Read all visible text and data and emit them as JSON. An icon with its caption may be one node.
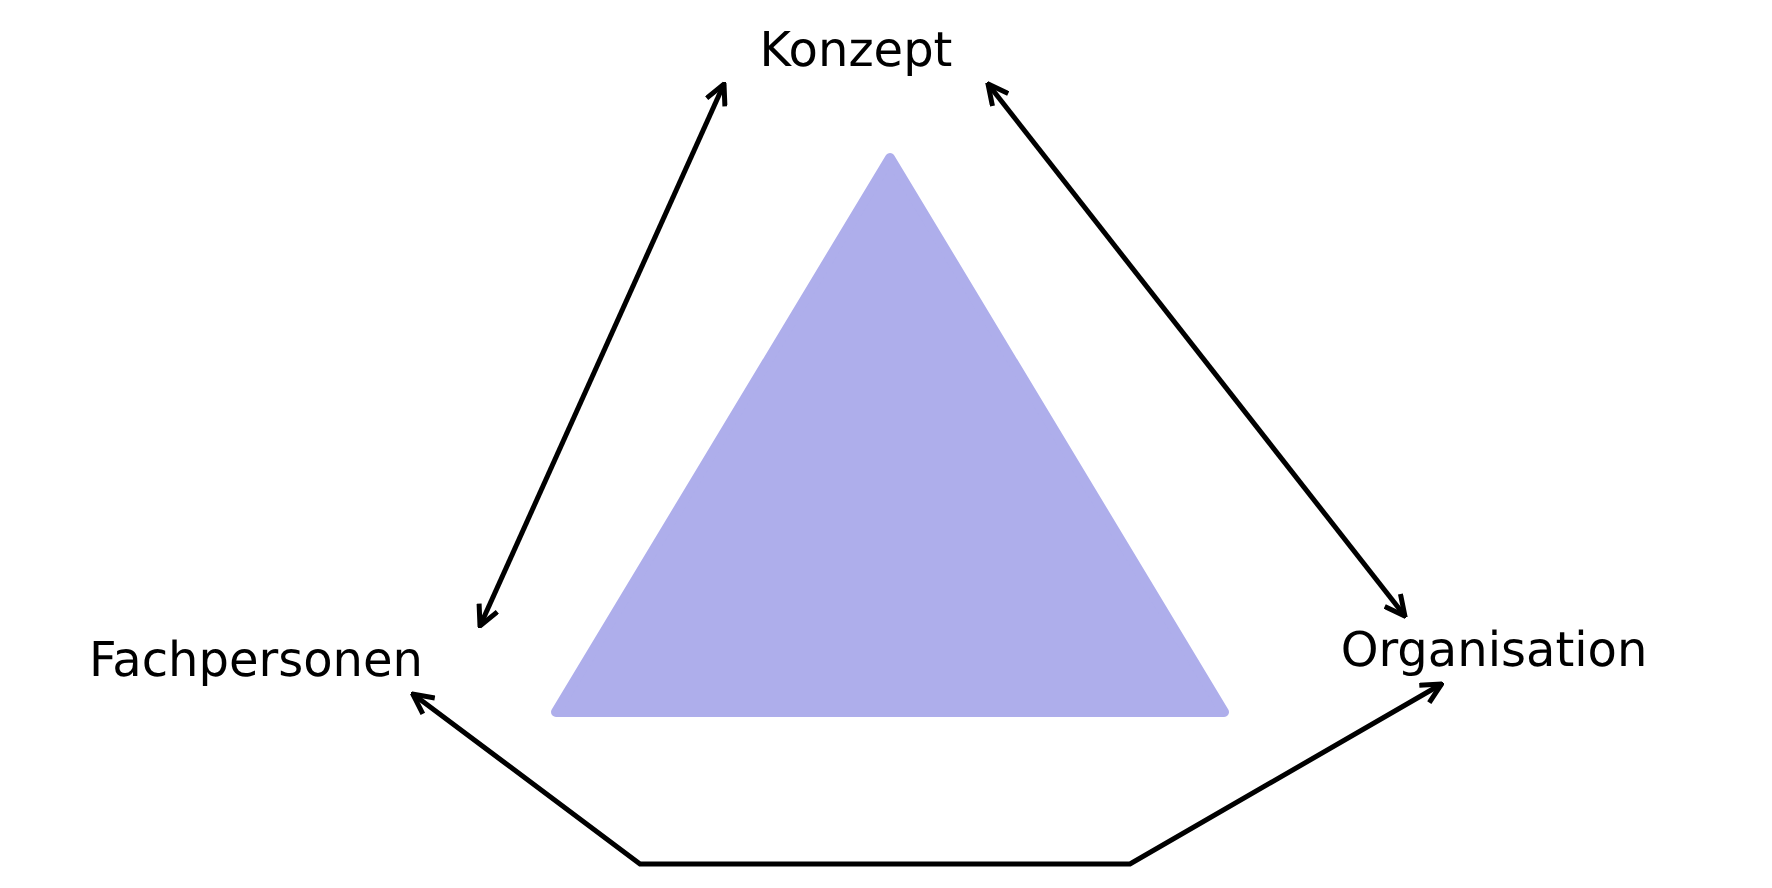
{
  "diagram": {
    "nodes": [
      {
        "text": [
          "Konzept"
        ]
      },
      {
        "text": [
          "Fachpersonen"
        ]
      },
      {
        "text": [
          "Organisation"
        ]
      },
      {
        "text": [],
        "shape": "triangle"
      }
    ],
    "edges": [
      {
        "from": 0,
        "to": 1,
        "arrow": "both"
      },
      {
        "from": 0,
        "to": 2,
        "arrow": "both"
      },
      {
        "from": 1,
        "to": 2,
        "arrow": "both"
      }
    ]
  }
}
